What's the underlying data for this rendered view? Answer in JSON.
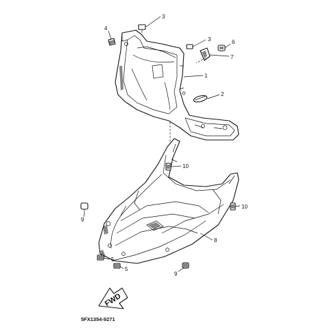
{
  "diagram": {
    "drawing_code": "5FX1354-9271",
    "direction_label": "FWD",
    "callouts": {
      "c3a": "3",
      "c4": "4",
      "c3b": "3",
      "c6": "6",
      "c7": "7",
      "c1": "1",
      "c2": "2",
      "c10a": "10",
      "c9a": "9",
      "c10b": "10",
      "c8": "8",
      "c5a": "5",
      "c5b": "5",
      "c9b": "9"
    }
  }
}
